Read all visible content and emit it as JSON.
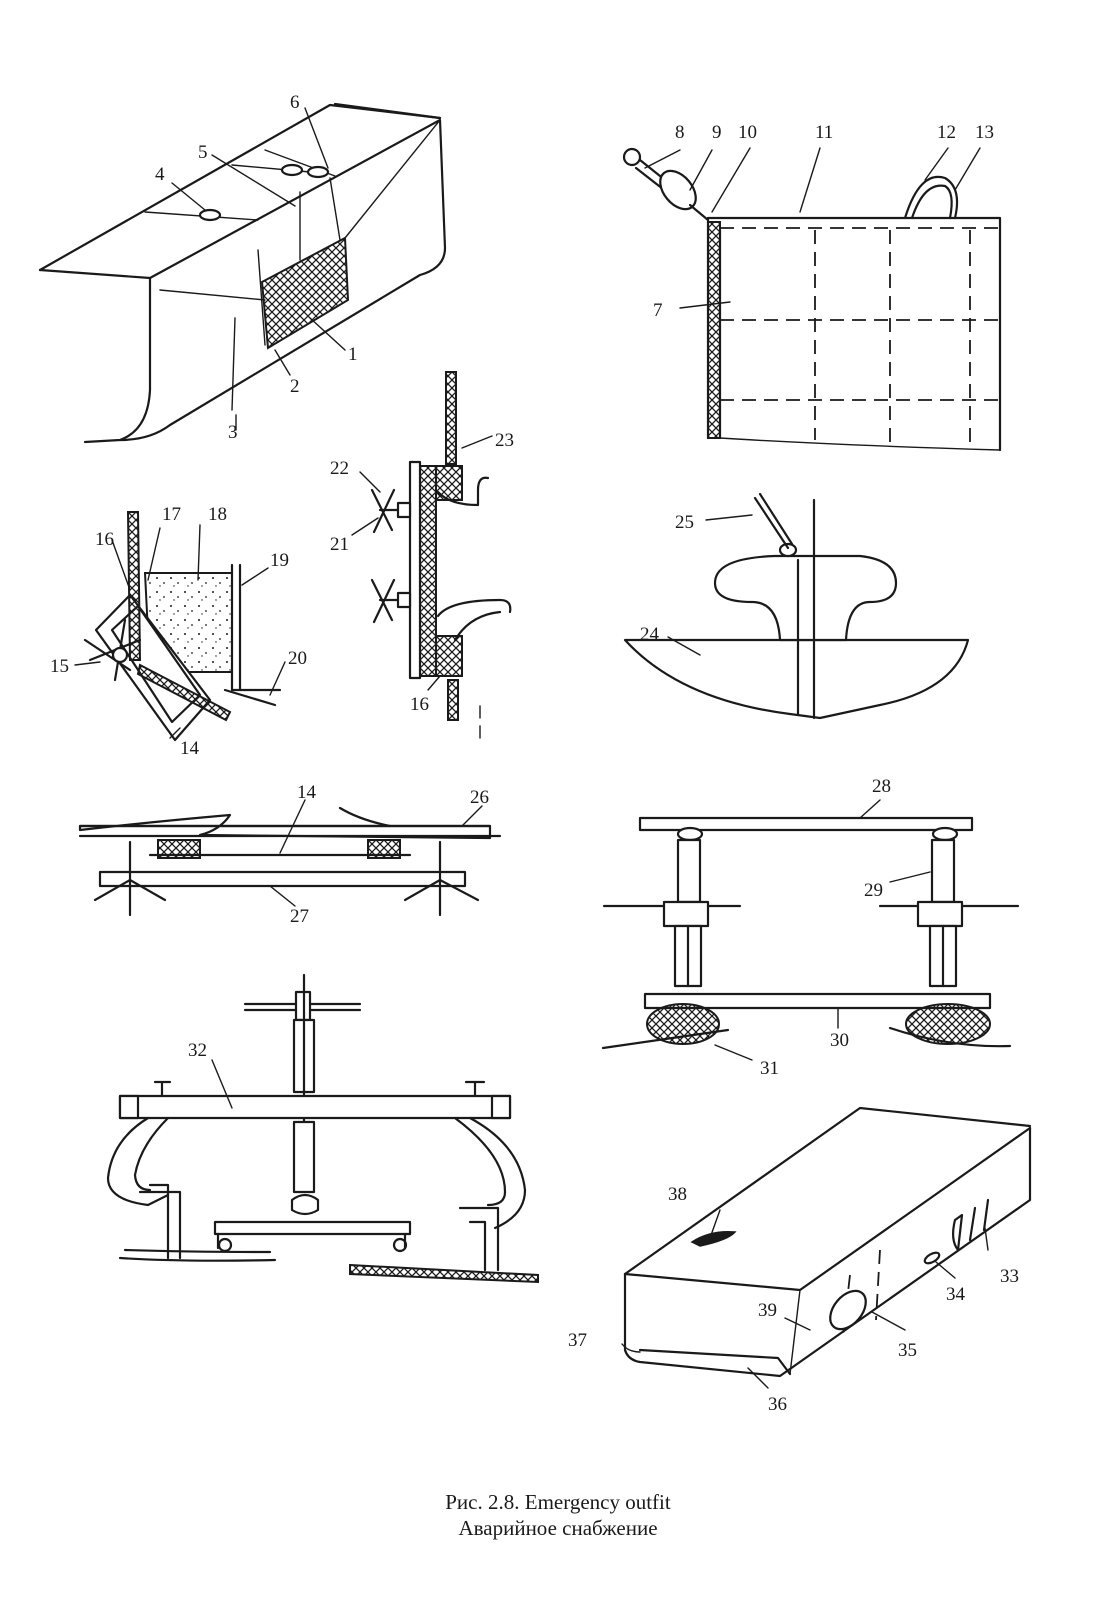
{
  "caption": {
    "line1": "Рис. 2.8. Emergency outfit",
    "line2": "Аварийное снабжение"
  },
  "labels": {
    "n1": "1",
    "n2": "2",
    "n3": "3",
    "n4": "4",
    "n5": "5",
    "n6": "6",
    "n7": "7",
    "n8": "8",
    "n9": "9",
    "n10": "10",
    "n11": "11",
    "n12": "12",
    "n13": "13",
    "n14a": "14",
    "n15": "15",
    "n16a": "16",
    "n17": "17",
    "n18": "18",
    "n19": "19",
    "n20": "20",
    "n21": "21",
    "n22": "22",
    "n23": "23",
    "n16b": "16",
    "n24": "24",
    "n25": "25",
    "n14b": "14",
    "n26": "26",
    "n27": "27",
    "n28": "28",
    "n29": "29",
    "n30": "30",
    "n31": "31",
    "n32": "32",
    "n33": "33",
    "n34": "34",
    "n35": "35",
    "n36": "36",
    "n37": "37",
    "n38": "38",
    "n39": "39"
  }
}
